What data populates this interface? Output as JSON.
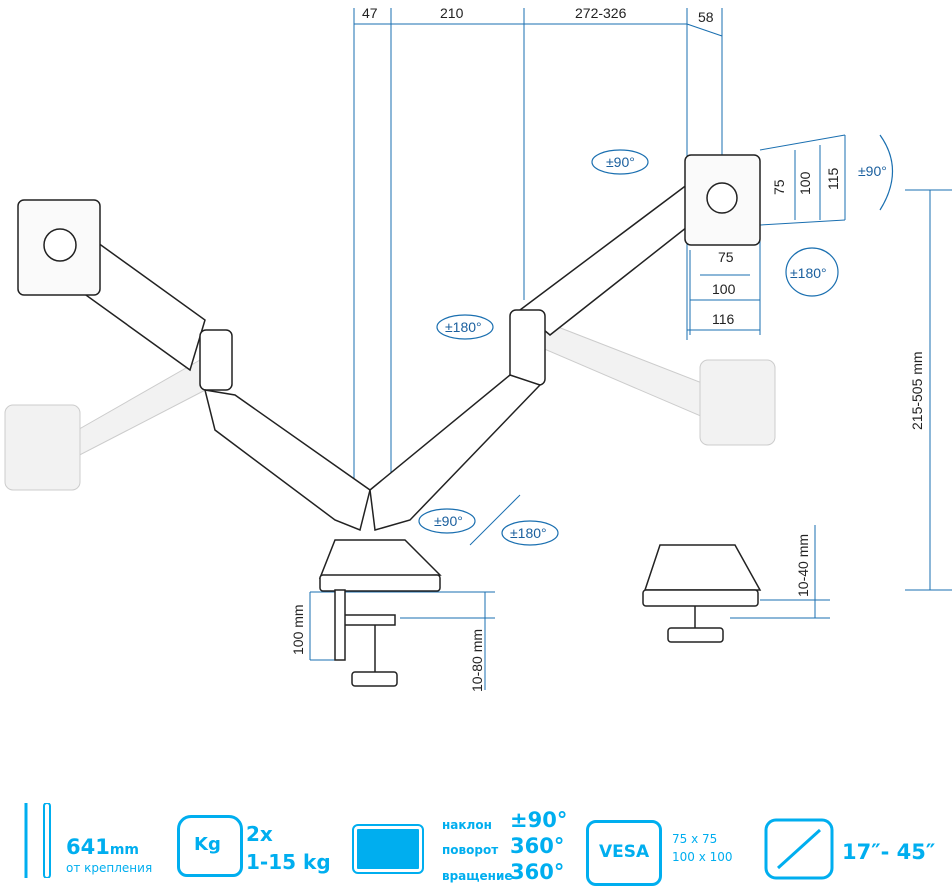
{
  "accent": "#00aeef",
  "dimensions": {
    "d47": "47",
    "d210": "210",
    "d272": "272-326",
    "d58": "58",
    "v75": "75",
    "v100": "100",
    "v115": "115",
    "h75": "75",
    "h100": "100",
    "h116": "116",
    "height": "215-505 mm",
    "clamp100": "100 mm",
    "clamp1080": "10-80 mm",
    "grommet": "10-40 mm"
  },
  "rotations": {
    "top_tilt": "±90°",
    "right_tilt": "±90°",
    "right_rot": "±180°",
    "mid_rot": "±180°",
    "base_swivel": "±90°",
    "base_rot": "±180°"
  },
  "specs": {
    "reach_value": "641",
    "reach_unit": "mm",
    "reach_caption": "от крепления",
    "weight_icon": "Kg",
    "weight_count": "2x",
    "weight_range": "1-15 kg",
    "tilt_label": "наклон",
    "tilt_value": "±90°",
    "swivel_label": "поворот",
    "swivel_value": "360°",
    "rotation_label": "вращение",
    "rotation_value": "360°",
    "vesa_icon": "VESA",
    "vesa_1": "75 x 75",
    "vesa_2": "100 x 100",
    "screen_size": "17″- 45″"
  }
}
